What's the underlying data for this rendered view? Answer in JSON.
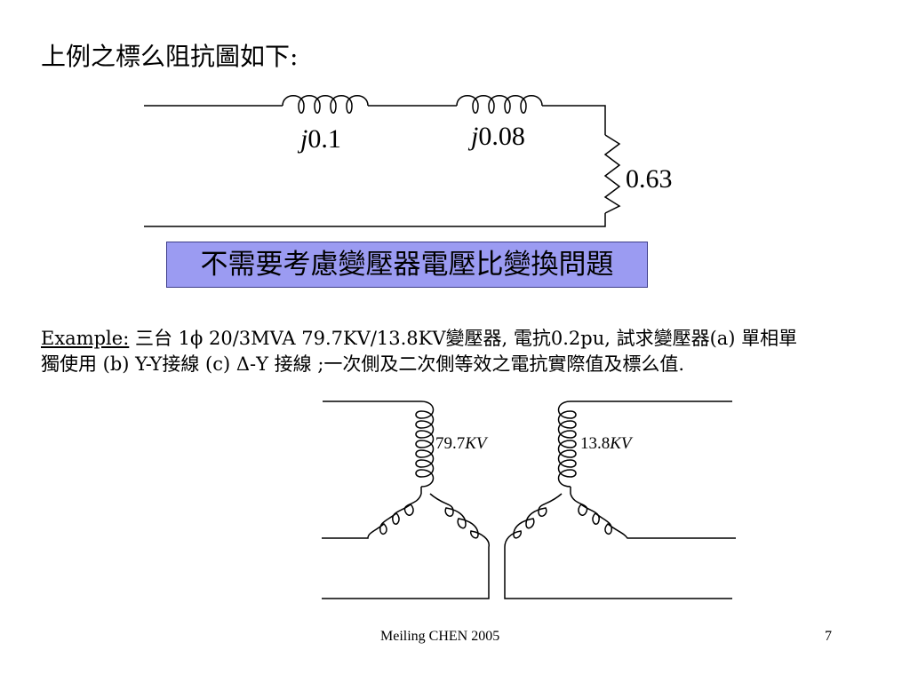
{
  "slide": {
    "heading": "上例之標么阻抗圖如下:",
    "circuit1": {
      "x1_prefix": "j",
      "x1_value": "0.1",
      "x2_prefix": "j",
      "x2_value": "0.08",
      "load": "0.63"
    },
    "note": "不需要考慮變壓器電壓比變換問題",
    "example": {
      "label": "Example:",
      "line1": " 三台 1ϕ 20/3MVA  79.7KV/13.8KV變壓器, 電抗0.2pu, 試求變壓器(a) 單相單",
      "line2": "獨使用 (b) Y-Y接線 (c) Δ-Y 接線 ;一次側及二次側等效之電抗實際值及標么值."
    },
    "circuit2": {
      "primary_value": "79.7",
      "primary_unit": "KV",
      "secondary_value": "13.8",
      "secondary_unit": "KV"
    },
    "footer": {
      "author": "Meiling CHEN 2005",
      "page": "7"
    }
  }
}
